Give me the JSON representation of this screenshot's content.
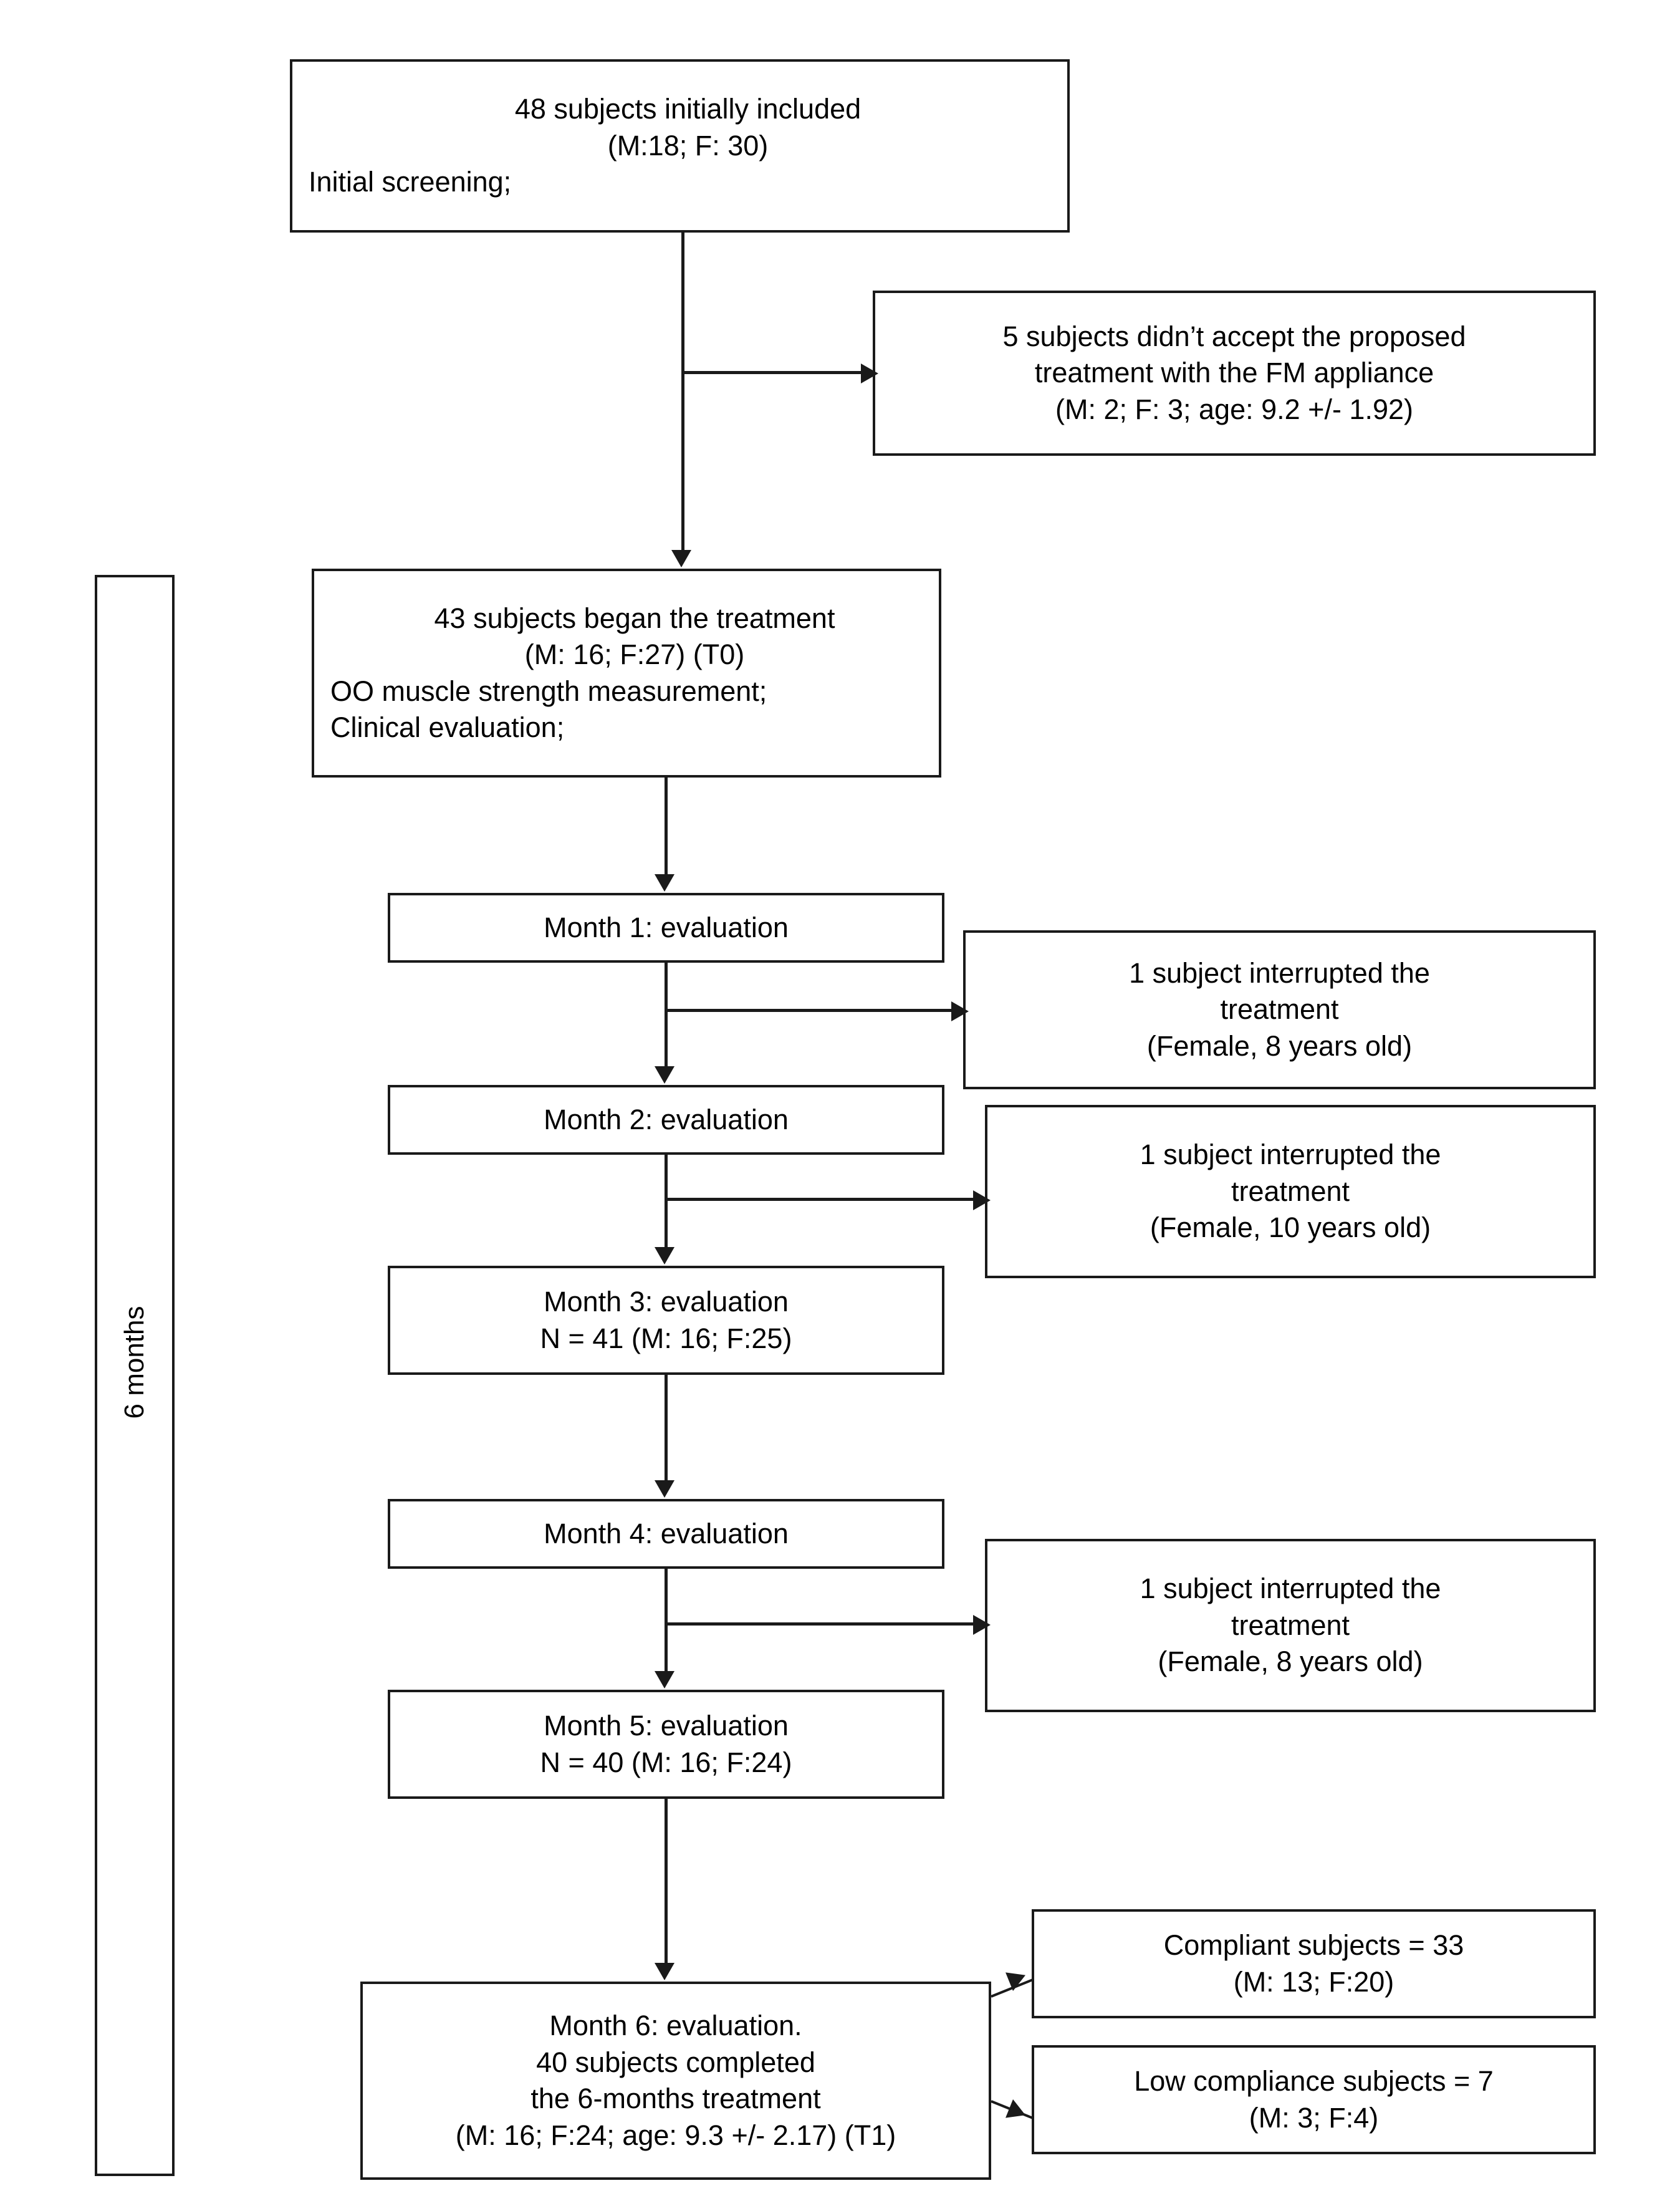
{
  "figure": {
    "type": "flow-diagram",
    "title": "Study participant flow diagram"
  },
  "timeline_bracket": {
    "label": "6 months"
  },
  "nodes": {
    "initial": {
      "name": "initial-inclusion-box",
      "lines": [
        "48 subjects initially included",
        "(M:18; F: 30)",
        "Initial screening;"
      ]
    },
    "excluded": {
      "name": "not-accepted-box",
      "lines": [
        "5 subjects didn’t accept the proposed",
        "treatment with the FM appliance",
        "(M: 2; F: 3; age: 9.2 +/- 1.92)"
      ]
    },
    "began": {
      "name": "began-treatment-box",
      "lines": [
        "43 subjects began the treatment",
        "(M: 16; F:27) (T0)",
        "OO muscle strength measurement;",
        "Clinical evaluation;"
      ]
    },
    "month1": {
      "name": "month-1-box",
      "lines": [
        "Month 1: evaluation"
      ]
    },
    "month2": {
      "name": "month-2-box",
      "lines": [
        "Month 2: evaluation"
      ]
    },
    "month3": {
      "name": "month-3-box",
      "lines": [
        "Month 3: evaluation",
        "N = 41 (M: 16; F:25)"
      ]
    },
    "month4": {
      "name": "month-4-box",
      "lines": [
        "Month 4: evaluation"
      ]
    },
    "month5": {
      "name": "month-5-box",
      "lines": [
        "Month 5: evaluation",
        "N = 40 (M: 16; F:24)"
      ]
    },
    "month6": {
      "name": "month-6-box",
      "lines": [
        "Month 6: evaluation.",
        "40 subjects completed",
        "the 6-months treatment",
        "(M: 16; F:24; age: 9.3 +/- 2.17) (T1)"
      ]
    },
    "dropout1": {
      "name": "dropout-month-1-box",
      "lines": [
        "1 subject interrupted the",
        "treatment",
        "(Female, 8 years old)"
      ]
    },
    "dropout2": {
      "name": "dropout-month-2-box",
      "lines": [
        "1 subject interrupted the",
        "treatment",
        "(Female, 10 years old)"
      ]
    },
    "dropout3": {
      "name": "dropout-month-4-box",
      "lines": [
        "1 subject interrupted the",
        "treatment",
        "(Female, 8 years old)"
      ]
    },
    "compliant": {
      "name": "compliant-subjects-box",
      "lines": [
        "Compliant subjects = 33",
        "(M: 13; F:20)"
      ]
    },
    "lowcompliance": {
      "name": "low-compliance-subjects-box",
      "lines": [
        "Low compliance subjects = 7",
        "(M: 3; F:4)"
      ]
    }
  },
  "colors": {
    "stroke": "#1a1a1a",
    "fill": "#ffffff",
    "text": "#000000"
  }
}
